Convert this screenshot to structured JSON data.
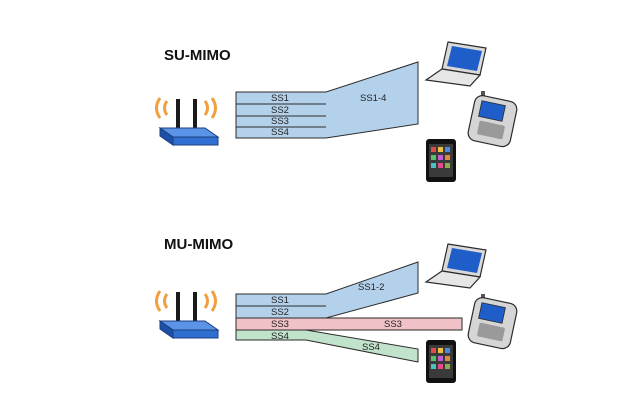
{
  "su_mimo": {
    "title": "SU-MIMO",
    "streams": [
      "SS1",
      "SS2",
      "SS3",
      "SS4"
    ],
    "combined_label": "SS1-4"
  },
  "mu_mimo": {
    "title": "MU-MIMO",
    "streams": [
      "SS1",
      "SS2",
      "SS3",
      "SS4"
    ],
    "beam_labels": [
      "SS1-2",
      "SS3",
      "SS4"
    ]
  },
  "colors": {
    "blue_beam": "#b4d1ec",
    "red_beam": "#f0c2c7",
    "green_beam": "#c1e2cb",
    "router_body": "#2f6fd1",
    "signal_waves": "#f0a040",
    "outline": "#2b2b2b"
  },
  "icons": [
    "router-icon",
    "laptop-icon",
    "pda-phone-icon",
    "smartphone-icon"
  ]
}
